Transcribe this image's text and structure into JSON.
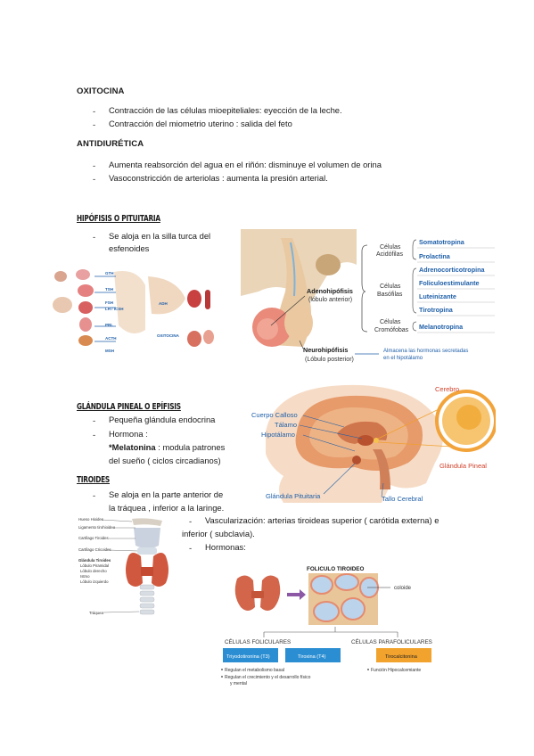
{
  "oxitocina": {
    "heading": "OXITOCINA",
    "items": [
      "Contracción de las células mioepiteliales: eyección de la leche.",
      "Contracción del miometrio uterino : salida del feto"
    ]
  },
  "antidiuretica": {
    "heading": "ANTIDIURÉTICA",
    "items": [
      "Aumenta reabsorción del agua en el riñón: disminuye el volumen de orina",
      "Vasoconstricción de arteriolas : aumenta la presión arterial."
    ]
  },
  "hipofisis": {
    "heading": "Hipófisis o pituitaria",
    "item1_line1": "Se aloja en la silla turca del",
    "item1_line2": "esfenoides",
    "small_fig_labels": [
      "GTH",
      "TSH",
      "FSH",
      "LH / ICSH",
      "PRL",
      "ACTH",
      "MSH",
      "ADH",
      "OXITOCINA"
    ],
    "fig": {
      "adeno_title": "Adenohipófisis",
      "adeno_sub": "(lóbulo anterior)",
      "neuro_title": "Neurohipófisis",
      "neuro_sub": "(Lóbulo posterior)",
      "neuro_note1": "Almacena las hormonas secretadas",
      "neuro_note2": "en el hipotálamo",
      "group1_a": "Células",
      "group1_b": "Acidófilas",
      "group2_a": "Células",
      "group2_b": "Basófilas",
      "group3_a": "Células",
      "group3_b": "Cromófobas",
      "hormones": [
        "Somatotropina",
        "Prolactina",
        "Adrenocorticotropina",
        "Foliculoestimulante",
        "Luteinizante",
        "Tirotropina",
        "Melanotropina"
      ]
    }
  },
  "pineal": {
    "heading": "Glándula pineal o epífisis",
    "item1": "Pequeña glándula endocrina",
    "item2": "Hormona :",
    "melatonina_bold": "*Melatonina",
    "melatonina_rest": " : modula patrones",
    "line4": "del sueño ( ciclos circadianos)",
    "fig": {
      "cuerpo_calloso": "Cuerpo Calloso",
      "talamo": "Tálamo",
      "hipotalamo": "Hipotálamo",
      "cerebro": "Cerebro",
      "glandula_pineal": "Glándula Pineal",
      "glandula_pituitaria": "Glándula Pituitaria",
      "tallo": "Tallo Cerebral"
    }
  },
  "tiroides": {
    "heading": "Tiroides",
    "item1_line1": "Se aloja en la parte anterior de",
    "item1_line2": "la tráquea , inferior a la laringe.",
    "vasc_line1": "Vascularización: arterias tiroideas superior ( carótida externa) e",
    "vasc_line2": "inferior ( subclavia).",
    "hormonas": "Hormonas:",
    "anat_labels": [
      "Hueso Hioides",
      "Ligamento tirohioideo",
      "Cartílago Tiroides",
      "Cartílago Cricoides",
      "Glándula Tiroides",
      "Lóbulo Piramidal",
      "Lóbulo derecho",
      "Istmo",
      "Lóbulo izquierdo",
      "Tráquea"
    ],
    "fig": {
      "folicle_title": "FOLICULO TIROIDEO",
      "coloide": "coloide",
      "cel_foliculares": "CÉLULAS FOLICULARES",
      "cel_parafoliculares": "CÉLULAS  PARAFOLICULARES",
      "t3": "Triyodotironina (T3)",
      "t4": "Tiroxina (T4)",
      "calcitonina": "Tirocalcitonina",
      "note1": "Regulan el metabolismo basal",
      "note2": "Regulan el crecimiento y el  desarrollo físico",
      "note3": "y mental",
      "note4": "Función Hipocalcemiante"
    }
  },
  "dash_char": "-"
}
